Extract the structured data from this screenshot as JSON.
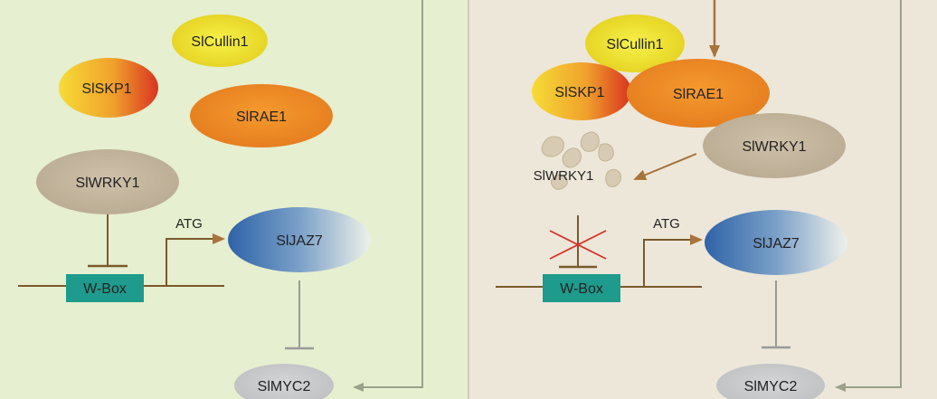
{
  "colors": {
    "left_bg": "#e6efcf",
    "right_bg": "#ede7d9",
    "line": "#7a5a2c",
    "arrow": "#a8733c",
    "inhibit": "#9a9a9a",
    "feedback": "#9aa28a",
    "wbox": "#1e9b8c",
    "cross": "#d8322a"
  },
  "left_panel": {
    "cullin": "SlCullin1",
    "skp1": "SlSKP1",
    "rae1": "SlRAE1",
    "wrky1": "SlWRKY1",
    "wbox": "W-Box",
    "atg": "ATG",
    "jaz7": "SlJAZ7",
    "myc2": "SlMYC2"
  },
  "right_panel": {
    "cullin": "SlCullin1",
    "skp1": "SlSKP1",
    "rae1": "SlRAE1",
    "wrky1": "SlWRKY1",
    "wrky1_degraded": "SlWRKY1",
    "wbox": "W-Box",
    "atg": "ATG",
    "jaz7": "SlJAZ7",
    "myc2": "SlMYC2"
  }
}
